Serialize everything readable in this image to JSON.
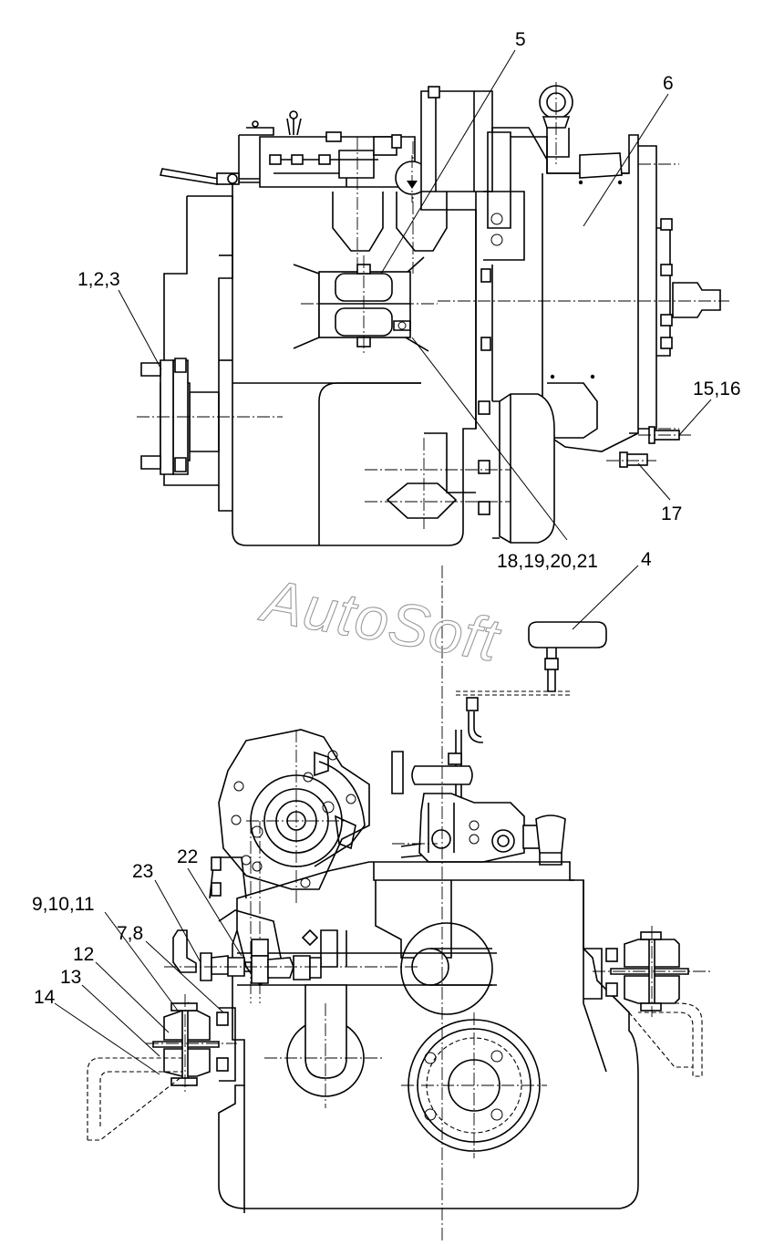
{
  "watermark": "AutoSoft",
  "callouts": {
    "c5": "5",
    "c6": "6",
    "c123": "1,2,3",
    "c1516": "15,16",
    "c17": "17",
    "c18_21": "18,19,20,21",
    "c4": "4",
    "c22": "22",
    "c23": "23",
    "c9_11": "9,10,11",
    "c78": "7,8",
    "c12": "12",
    "c13": "13",
    "c14": "14"
  }
}
